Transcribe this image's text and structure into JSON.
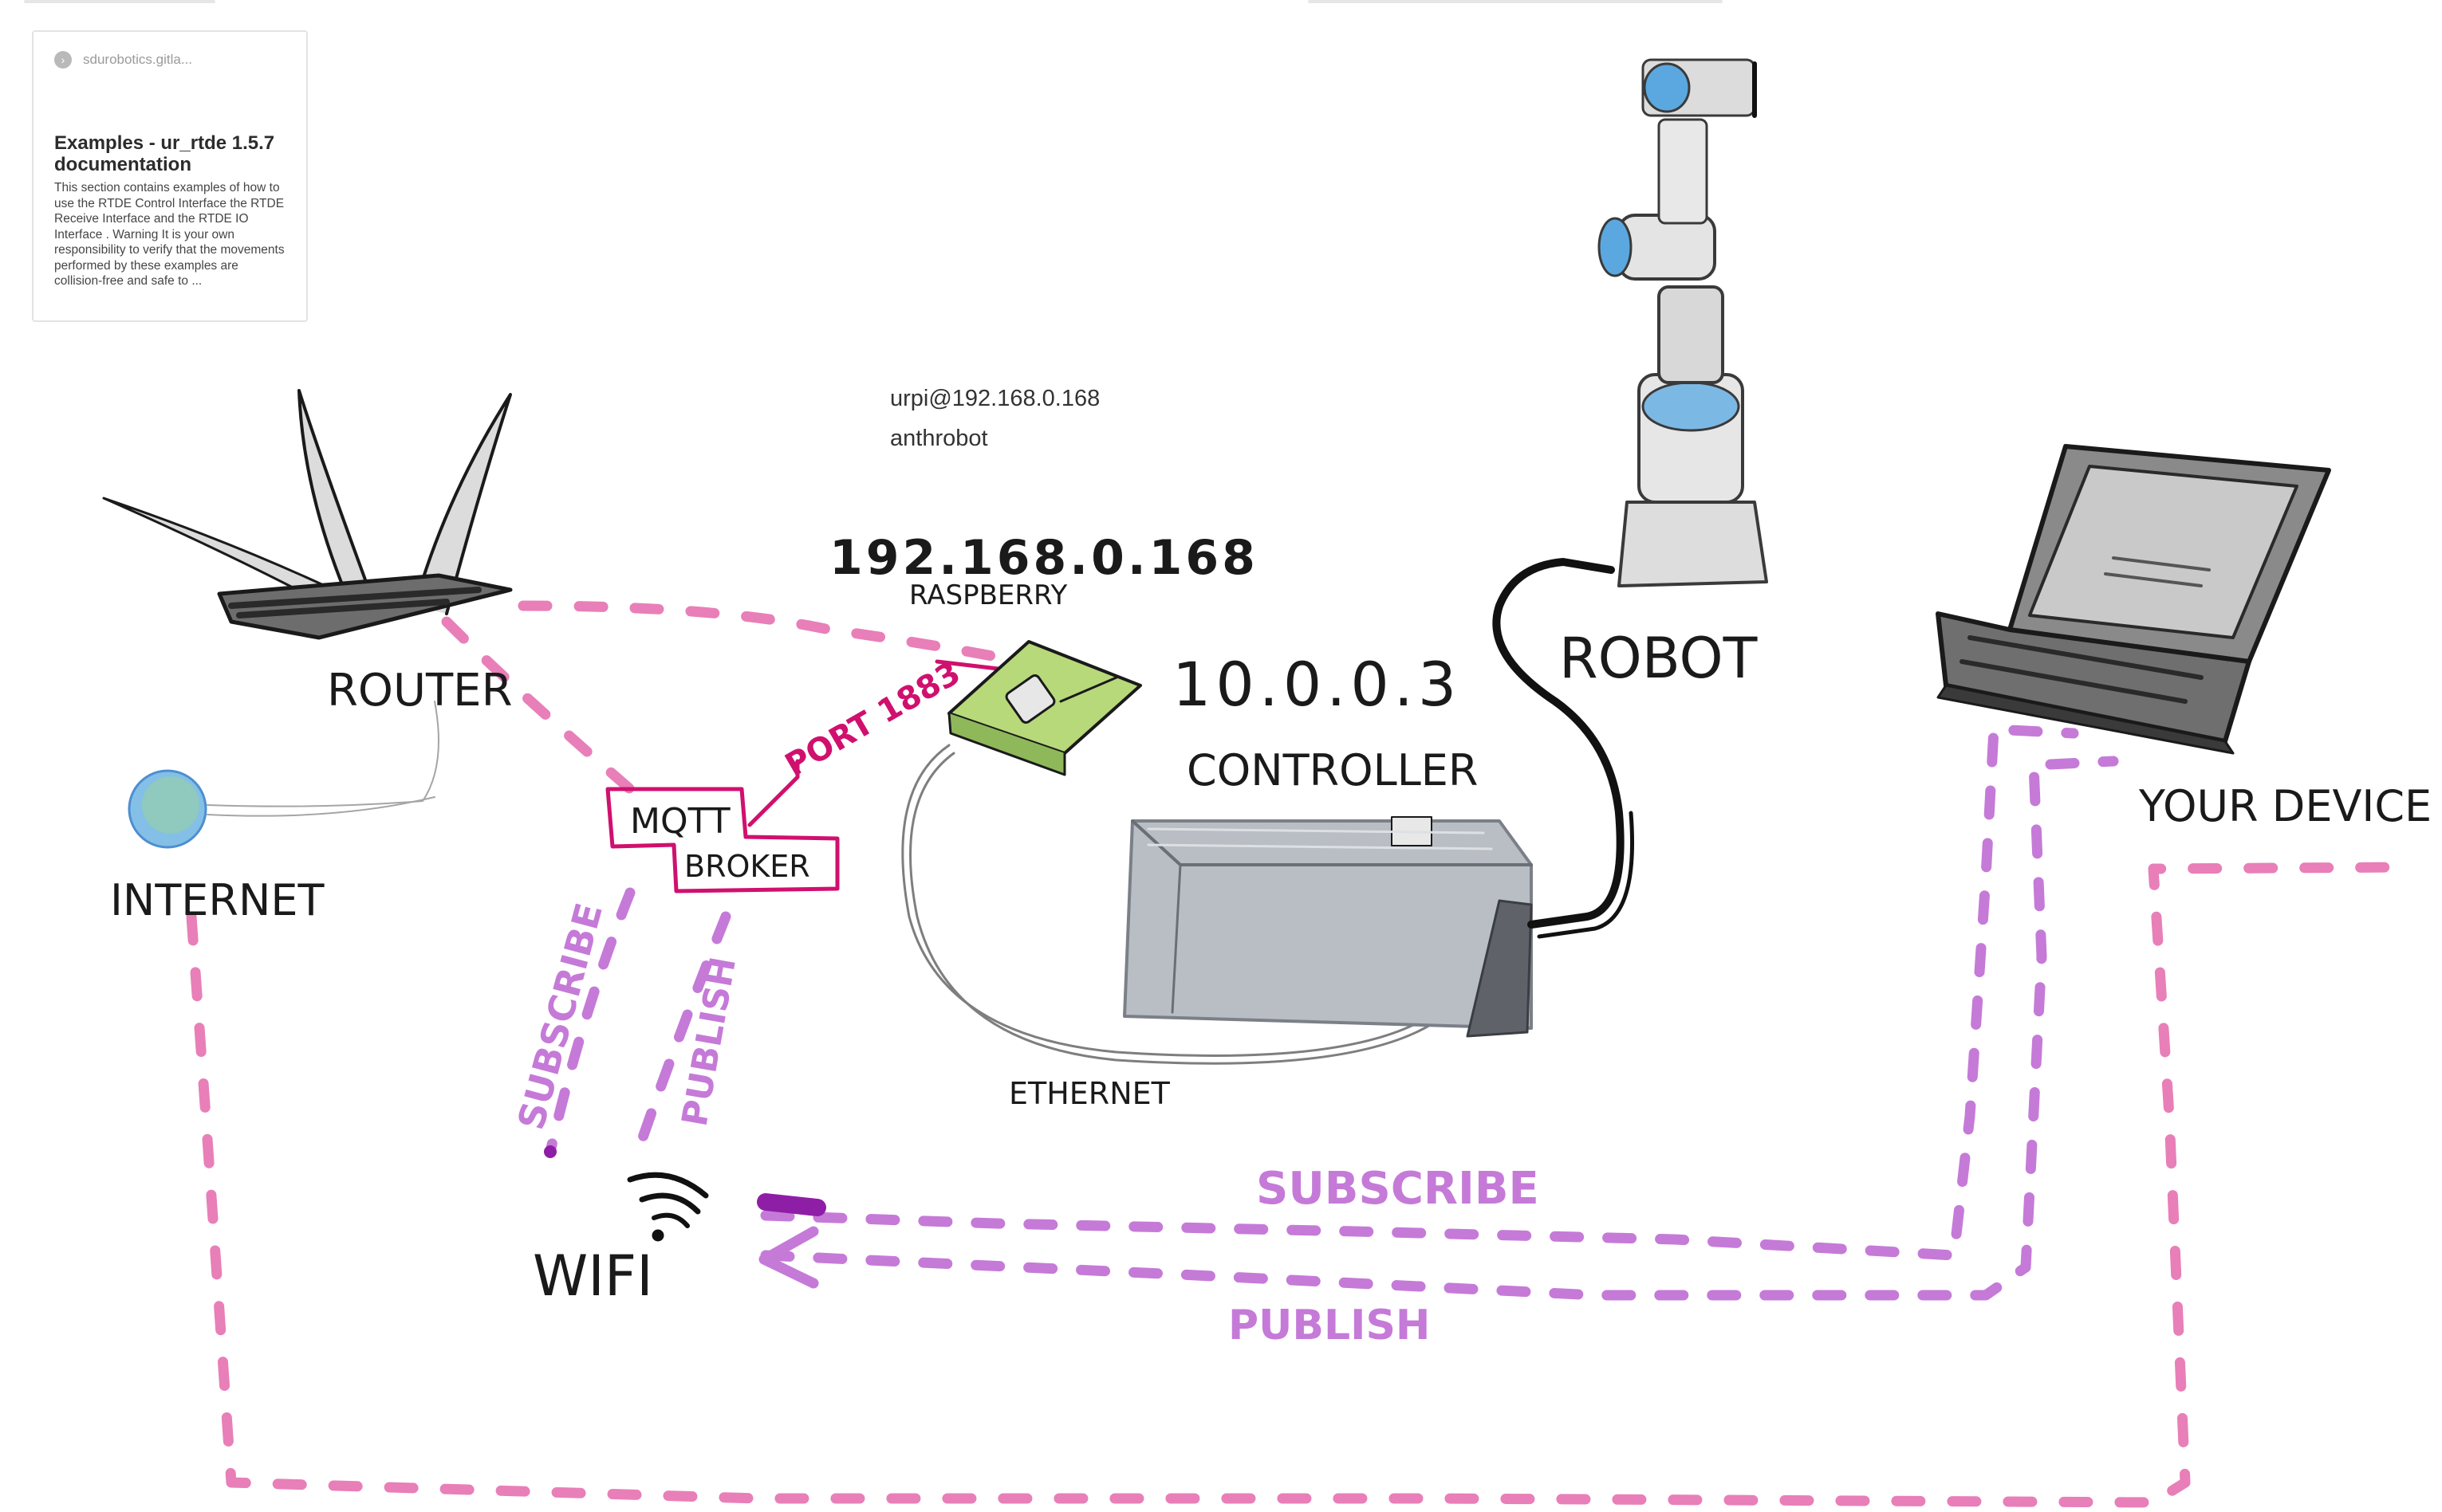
{
  "link_card": {
    "source": "sdurobotics.gitla...",
    "title": "Examples - ur_rtde 1.5.7 documentation",
    "description": "This section contains examples of how to use the RTDE Control Interface the RTDE Receive Interface and the RTDE IO Interface . Warning It is your own responsibility to verify that the movements performed by these examples are collision-free and safe to ..."
  },
  "notes": {
    "ssh_login": "urpi@192.168.0.168",
    "password": "anthrobot"
  },
  "labels": {
    "raspberry_ip": "192.168.0.168",
    "raspberry": "RASPBERRY",
    "port": "PORT 1883",
    "router": "ROUTER",
    "internet": "INTERNET",
    "mqtt_1": "MQTT",
    "mqtt_2": "BROKER",
    "controller_ip": "10.0.0.3",
    "controller": "CONTROLLER",
    "ethernet": "ETHERNET",
    "robot": "ROBOT",
    "your_device": "YOUR DEVICE",
    "wifi": "WIFI",
    "subscribe_broker": "SUBSCRIBE",
    "publish_broker": "PUBLISH",
    "subscribe_device": "SUBSCRIBE",
    "publish_device": "PUBLISH"
  },
  "colors": {
    "pink_dash": "#e87fb8",
    "violet_dash": "#c57ad8",
    "magenta": "#d0106e",
    "ink": "#1a1a1a",
    "gray_fill": "#8f8f8f",
    "light_gray": "#b9bec4",
    "blue": "#5aa8df",
    "green_board": "#b7d97a"
  }
}
